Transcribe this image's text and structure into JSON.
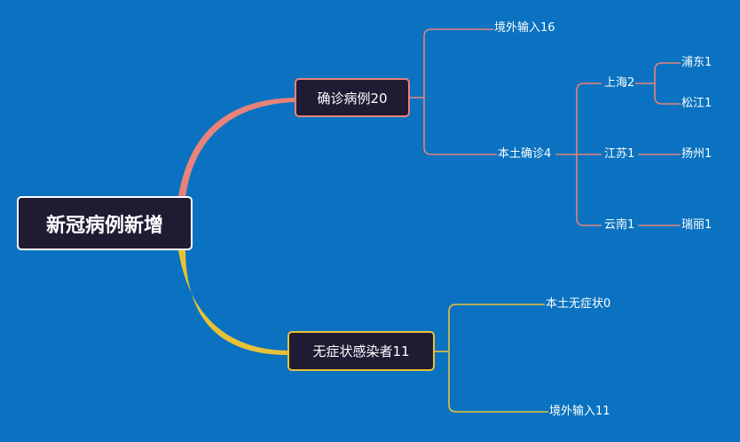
{
  "root": {
    "label": "新冠病例新增"
  },
  "confirmed": {
    "label": "确诊病例20",
    "imported": "境外输入16",
    "local": {
      "label": "本土确诊4",
      "shanghai": {
        "label": "上海2",
        "pudong": "浦东1",
        "songjiang": "松江1"
      },
      "jiangsu": {
        "label": "江苏1",
        "yangzhou": "扬州1"
      },
      "yunnan": {
        "label": "云南1",
        "ruili": "瑞丽1"
      }
    }
  },
  "asymptomatic": {
    "label": "无症状感染者11",
    "local": "本土无症状0",
    "imported": "境外输入11"
  },
  "colors": {
    "background": "#0a72c0",
    "confirmed_branch": "#e8827a",
    "asymptomatic_branch": "#e9c136",
    "box_fill": "#211a33"
  }
}
